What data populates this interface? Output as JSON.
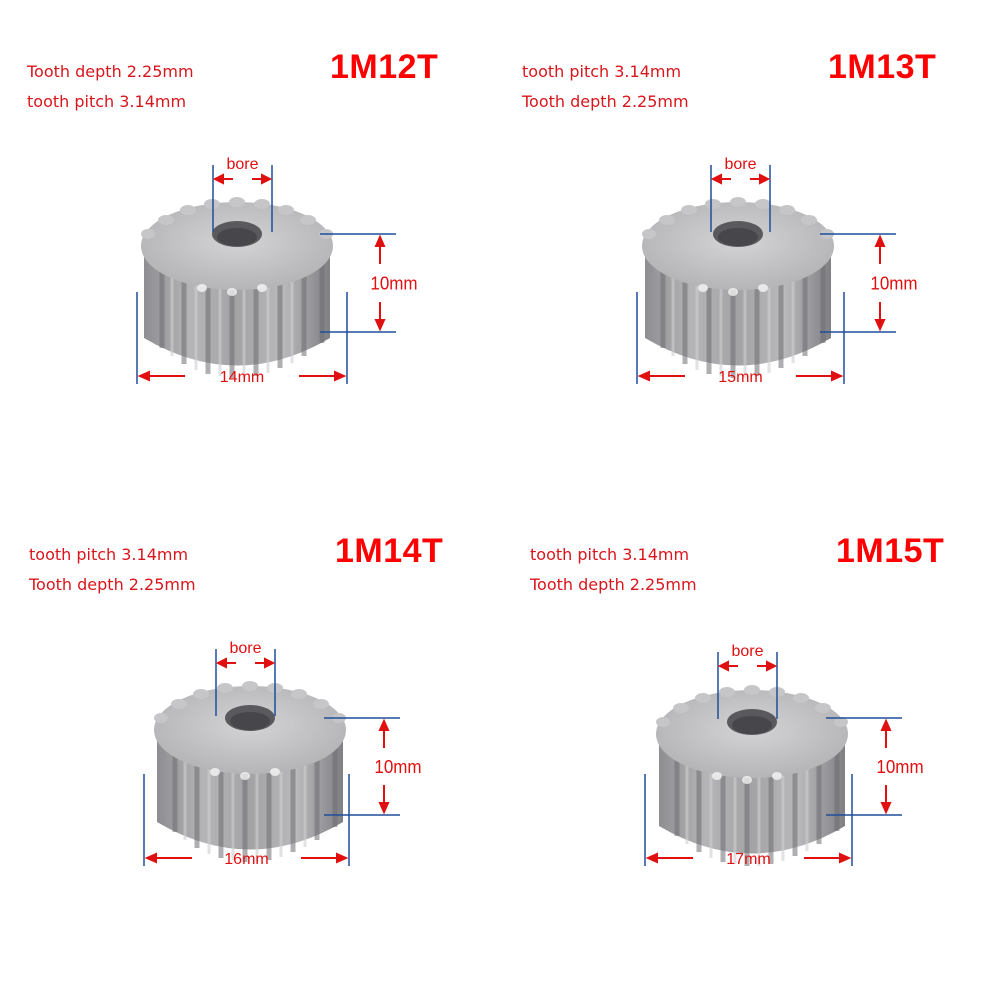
{
  "panels": [
    {
      "model": "1M12T",
      "spec_line_1": "Tooth depth 2.25mm",
      "spec_line_2": "tooth pitch 3.14mm",
      "bore_label": "bore",
      "height_label": "10mm",
      "diameter_label": "14mm"
    },
    {
      "model": "1M13T",
      "spec_line_1": "tooth pitch 3.14mm",
      "spec_line_2": "Tooth depth 2.25mm",
      "bore_label": "bore",
      "height_label": "10mm",
      "diameter_label": "15mm"
    },
    {
      "model": "1M14T",
      "spec_line_1": "tooth pitch 3.14mm",
      "spec_line_2": "Tooth depth 2.25mm",
      "bore_label": "bore",
      "height_label": "10mm",
      "diameter_label": "16mm"
    },
    {
      "model": "1M15T",
      "spec_line_1": "tooth pitch 3.14mm",
      "spec_line_2": "Tooth depth 2.25mm",
      "bore_label": "bore",
      "height_label": "10mm",
      "diameter_label": "17mm"
    }
  ],
  "colors": {
    "text_red": "#d9161c",
    "model_red": "#ff0000",
    "dimension_line_blue": "#1f4e9a",
    "arrow_red": "#e01010",
    "steel_light": "#c9c9cb",
    "steel_dark": "#7d7d80"
  }
}
